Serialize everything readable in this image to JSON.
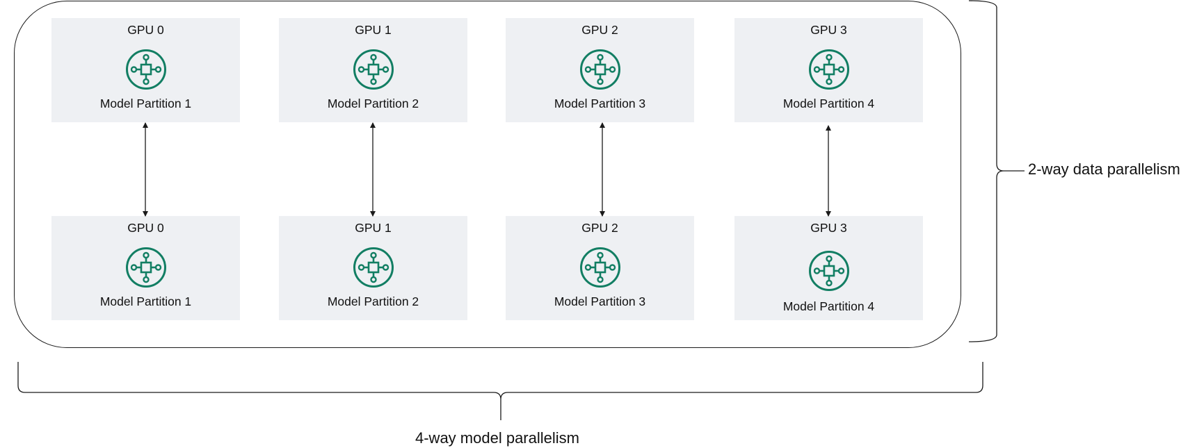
{
  "colors": {
    "card_bg": "#eef0f3",
    "icon": "#127e63",
    "line": "#1a1a1a"
  },
  "rows": [
    [
      {
        "gpu": "GPU 0",
        "partition": "Model Partition 1",
        "icon": "processor-node-icon"
      },
      {
        "gpu": "GPU 1",
        "partition": "Model Partition 2",
        "icon": "processor-node-icon"
      },
      {
        "gpu": "GPU 2",
        "partition": "Model Partition 3",
        "icon": "processor-node-icon"
      },
      {
        "gpu": "GPU 3",
        "partition": "Model Partition 4",
        "icon": "processor-node-icon"
      }
    ],
    [
      {
        "gpu": "GPU 0",
        "partition": "Model Partition 1",
        "icon": "processor-node-icon"
      },
      {
        "gpu": "GPU 1",
        "partition": "Model Partition 2",
        "icon": "processor-node-icon"
      },
      {
        "gpu": "GPU 2",
        "partition": "Model Partition 3",
        "icon": "processor-node-icon"
      },
      {
        "gpu": "GPU 3",
        "partition": "Model Partition 4",
        "icon": "processor-node-icon"
      }
    ]
  ],
  "labels": {
    "data_parallelism": "2-way data parallelism",
    "model_parallelism": "4-way model parallelism"
  }
}
